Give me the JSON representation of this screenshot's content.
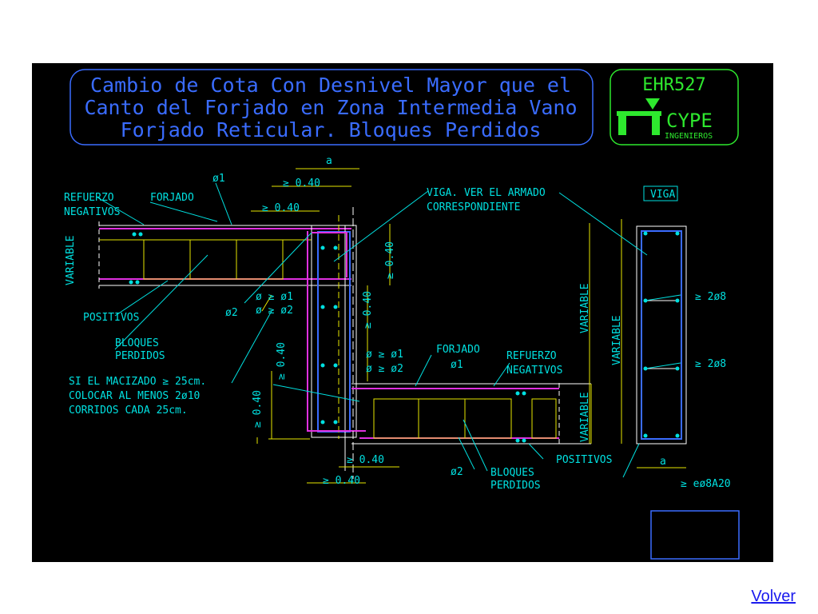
{
  "title": {
    "line1": "Cambio de Cota Con Desnivel Mayor que el",
    "line2": "Canto del Forjado en Zona Intermedia Vano",
    "line3": "Forjado Reticular. Bloques Perdidos"
  },
  "logo": {
    "code": "EHR527",
    "brand": "CYPE",
    "sub": "INGENIEROS"
  },
  "labels": {
    "a_top": "a",
    "min040_1": "≥ 0.40",
    "min040_2": "≥ 0.40",
    "phi1_top": "ø1",
    "refuerzo_neg_1a": "REFUERZO",
    "refuerzo_neg_1b": "NEGATIVOS",
    "forjado_1": "FORJADO",
    "viga_ver_a": "VIGA. VER EL ARMADO",
    "viga_ver_b": "CORRESPONDIENTE",
    "viga_box": "VIGA",
    "variable_left": "VARIABLE",
    "min040_v1": "≥ 0.40",
    "min040_v2": "≥ 0.40",
    "positivos_1": "POSITIVOS",
    "phi2_1": "ø2",
    "phi_ge1_a": "ø ≥ ø1",
    "phi_ge2_a": "ø ≥ ø2",
    "bloques_1a": "BLOQUES",
    "bloques_1b": "PERDIDOS",
    "min040_v3": "≥ 0.40",
    "phi_ge1_b": "ø ≥ ø1",
    "phi_ge2_b": "ø ≥ ø2",
    "forjado_2": "FORJADO",
    "phi1_2": "ø1",
    "refuerzo_neg_2a": "REFUERZO",
    "refuerzo_neg_2b": "NEGATIVOS",
    "note_1": "SI EL MACIZADO ≥ 25cm.",
    "note_2": "COLOCAR AL MENOS 2ø10",
    "note_3": "CORRIDOS CADA 25cm.",
    "min040_v4": "≥ 0.40",
    "variable_mid": "VARIABLE",
    "variable_low": "VARIABLE",
    "variable_right": "VARIABLE",
    "bar_2phi8_1": "≥ 2ø8",
    "bar_2phi8_2": "≥ 2ø8",
    "min040_b1": "≥ 0.40",
    "min040_b2": "≥ 0.40",
    "phi2_2": "ø2",
    "bloques_2a": "BLOQUES",
    "bloques_2b": "PERDIDOS",
    "positivos_2": "POSITIVOS",
    "a_bottom": "a",
    "stirrups": "≥ eø8A20"
  },
  "nav": {
    "volver": "Volver"
  },
  "colors": {
    "cyan": "#00e0e0",
    "yellow": "#e6e600",
    "magenta": "#e030e0",
    "blue": "#3a6cff",
    "green": "#2ee82e",
    "white": "#ffffff"
  }
}
